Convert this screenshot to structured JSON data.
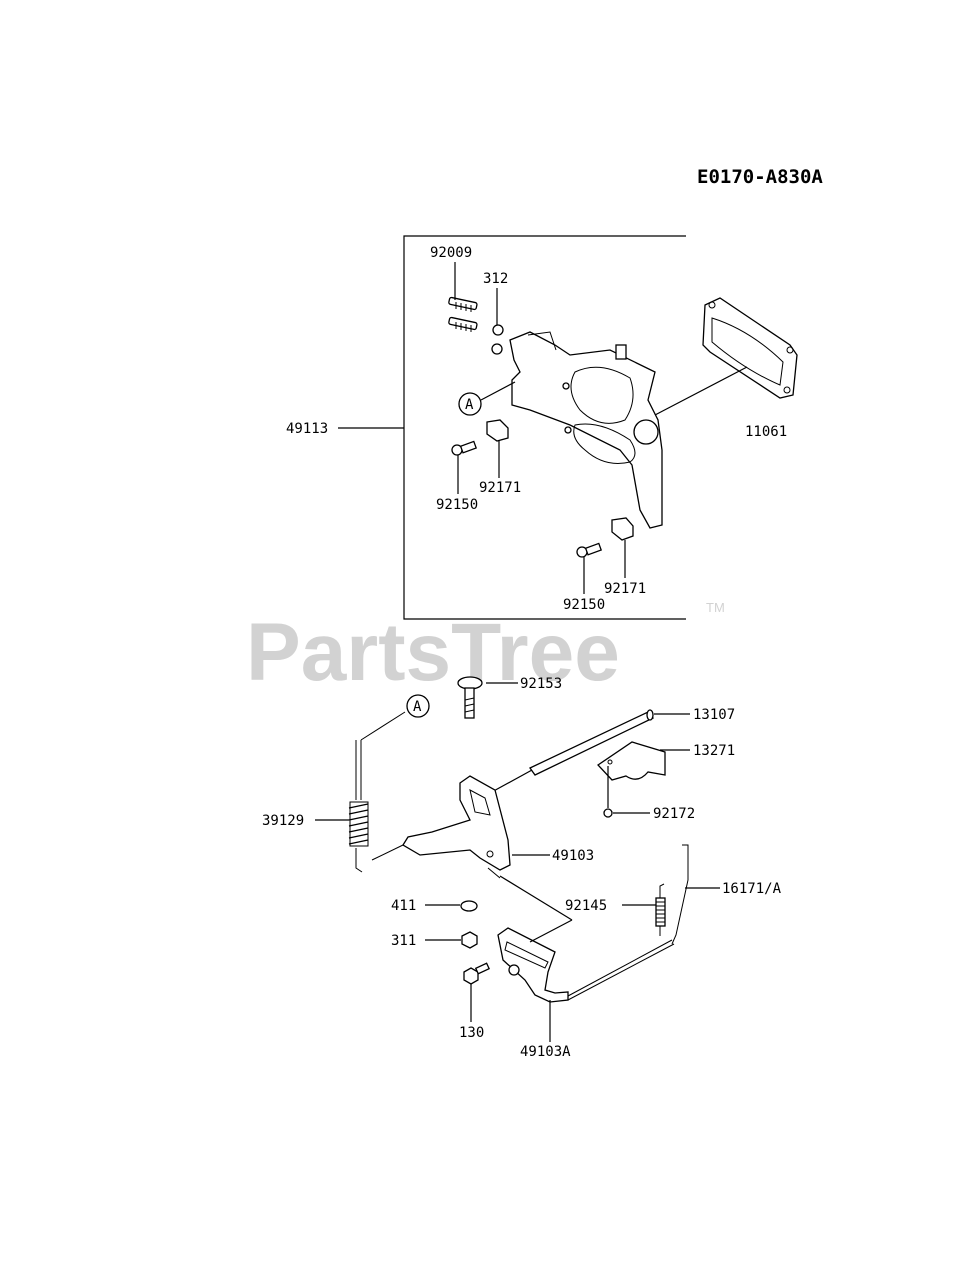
{
  "diagram_code": "E0170-A830A",
  "watermark": "PartsTree",
  "watermark_tm": "TM",
  "ref_marker": "A",
  "parts": {
    "p92009": "92009",
    "p312": "312",
    "p49113": "49113",
    "p11061": "11061",
    "p92171a": "92171",
    "p92150a": "92150",
    "p92171b": "92171",
    "p92150b": "92150",
    "p92153": "92153",
    "p13107": "13107",
    "p13271": "13271",
    "p92172": "92172",
    "p39129": "39129",
    "p49103": "49103",
    "p16171": "16171/A",
    "p92145": "92145",
    "p411": "411",
    "p311": "311",
    "p130": "130",
    "p49103a": "49103A"
  }
}
